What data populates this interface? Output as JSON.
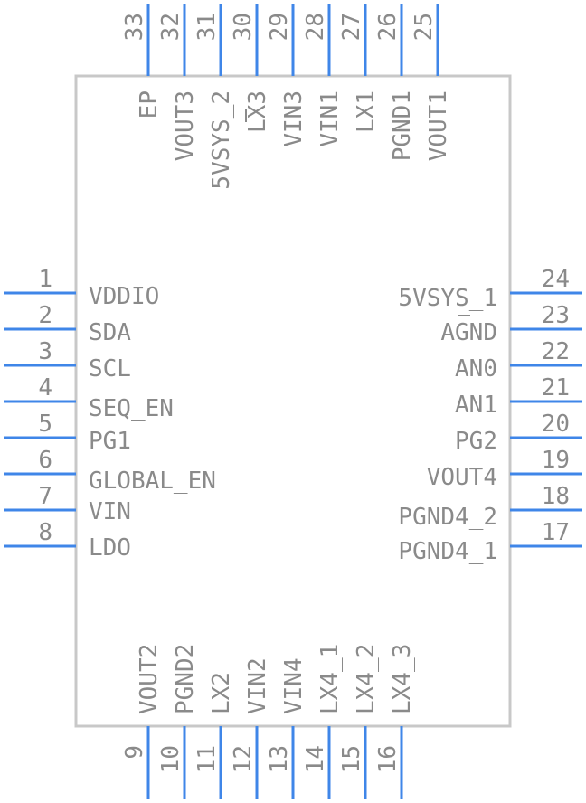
{
  "colors": {
    "body_outline": "#c8c8c8",
    "pin": "#3f86e8",
    "text": "#8a8a8a",
    "background": "#ffffff"
  },
  "pins": {
    "left": [
      {
        "number": "1",
        "name": "VDDIO"
      },
      {
        "number": "2",
        "name": "SDA"
      },
      {
        "number": "3",
        "name": "SCL"
      },
      {
        "number": "4",
        "name": "SEQ_EN"
      },
      {
        "number": "5",
        "name": "PG1"
      },
      {
        "number": "6",
        "name": "GLOBAL_EN"
      },
      {
        "number": "7",
        "name": "VIN"
      },
      {
        "number": "8",
        "name": "LDO"
      }
    ],
    "right": [
      {
        "number": "24",
        "name": "5VSYS_1"
      },
      {
        "number": "23",
        "name": "AGND"
      },
      {
        "number": "22",
        "name": "AN0"
      },
      {
        "number": "21",
        "name": "AN1"
      },
      {
        "number": "20",
        "name": "PG2"
      },
      {
        "number": "19",
        "name": "VOUT4"
      },
      {
        "number": "18",
        "name": "PGND4_2"
      },
      {
        "number": "17",
        "name": "PGND4_1"
      }
    ],
    "top": [
      {
        "number": "33",
        "name": "EP"
      },
      {
        "number": "32",
        "name": "VOUT3"
      },
      {
        "number": "31",
        "name": "5VSYS_2"
      },
      {
        "number": "30",
        "name": "LX3"
      },
      {
        "number": "29",
        "name": "VIN3"
      },
      {
        "number": "28",
        "name": "VIN1"
      },
      {
        "number": "27",
        "name": "LX1"
      },
      {
        "number": "26",
        "name": "PGND1"
      },
      {
        "number": "25",
        "name": "VOUT1"
      }
    ],
    "bottom": [
      {
        "number": "9",
        "name": "VOUT2"
      },
      {
        "number": "10",
        "name": "PGND2"
      },
      {
        "number": "11",
        "name": "LX2"
      },
      {
        "number": "12",
        "name": "VIN2"
      },
      {
        "number": "13",
        "name": "VIN4"
      },
      {
        "number": "14",
        "name": "LX4_1"
      },
      {
        "number": "15",
        "name": "LX4_2"
      },
      {
        "number": "16",
        "name": "LX4_3"
      }
    ]
  }
}
